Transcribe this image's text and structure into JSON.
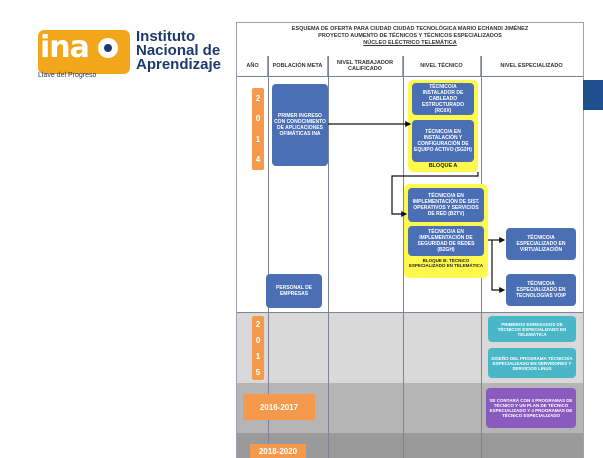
{
  "logo": {
    "word": "ina",
    "tagline": "Llave del Progreso",
    "line1": "Instituto",
    "line2": "Nacional de",
    "line3": "Aprendizaje"
  },
  "header": {
    "line1": "ESQUEMA DE OFERTA PARA CIUDAD CIUDAD TECNOLÓGICA MARIO ECHANDI JIMÉNEZ",
    "line2": "PROYECTO AUMENTO DE TÉCNICOS Y TÉCNICOS ESPECIALIZADOS",
    "line3": "NÚCLEO ELÉCTRICO TELEMÁTICA"
  },
  "columns": [
    "AÑO",
    "POBLACIÓN META",
    "NIVEL TRABAJADOR CALIFICADO",
    "NIVEL TÉCNICO",
    "NIVEL ESPECIALIZADO"
  ],
  "years": {
    "y2014": [
      "2",
      "0",
      "1",
      "4"
    ],
    "y2015": [
      "2",
      "0",
      "1",
      "5"
    ],
    "y2016": "2016-2017",
    "y2018": "2018-2020"
  },
  "population": {
    "first": "PRIMER INGRESO CON CONOCIMIENTO DE APLICACIONES OFIMÁTICAS INA",
    "companies": "PERSONAL DE EMPRESAS"
  },
  "technical": {
    "t1": "TÉCNICO/A INSTALADOR DE CABLEADO ESTRUCTURADO (RC0X)",
    "t2": "TÉCNICO/A EN INSTALACIÓN Y CONFIGURACIÓN DE EQUIPO ACTIVO (SG2H)",
    "blockA": "BLOQUE A",
    "t3": "TÉCNICO/A EN IMPLEMENTACIÓN DE SIST. OPERATIVOS Y SERVICIOS DE RED (B2TV)",
    "t4": "TÉCNICO/A EN IMPLEMENTACIÓN DE SEGURIDAD DE REDES (B2GH)",
    "blockB": "BLOQUE B: TÉCNICO ESPECIALIZADO EN TELEMÁTICA"
  },
  "specialized": {
    "s1": "TÉCNICO/A ESPECIALIZADO EN VIRTUALIZACIÓN",
    "s2": "TÉCNICO/A ESPECIALIZADO EN TECNOLOGÍAS VOIP",
    "s3": "PRIMEROS EGRESADOS DE TÉCNICOS ESPECIALIZADO EN TELEMÁTICA",
    "s4": "DISEÑO DEL PROGRAMA TÉCNICO/A ESPECIALIZADO EN SERVIDORES Y SERVICIOS LINUX",
    "s5": "SE CONTARÁ CON 4 PROGRAMAS DE TÉCNICO Y UN PLAN DE TÉCNICO ESPECIALIZADO Y 4 PROGRAMAS DE TÉCNICO ESPECIALIZADO"
  },
  "colors": {
    "orange": "#f59a4d",
    "blue": "#4a6fb5",
    "yellow": "#fff94d",
    "teal": "#49b7c8",
    "purple": "#8a5bbf"
  }
}
